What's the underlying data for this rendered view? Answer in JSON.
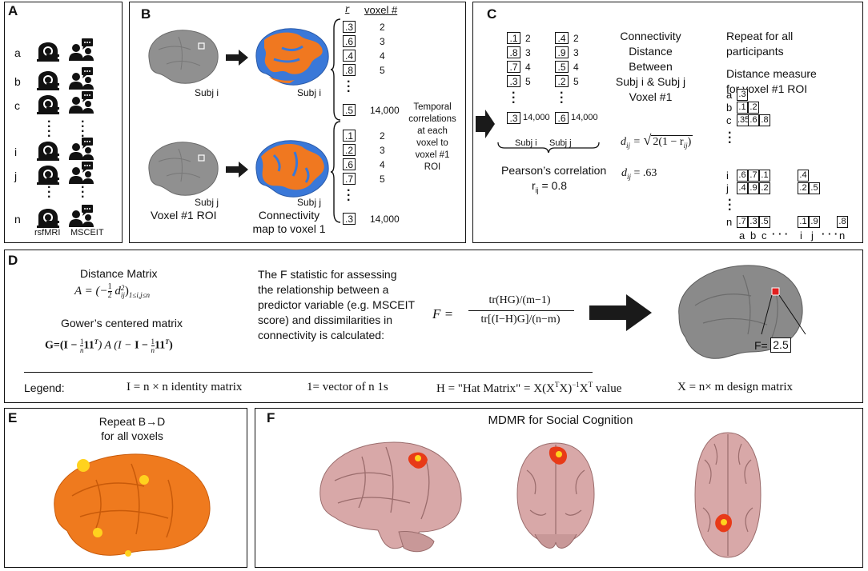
{
  "panels": {
    "a": "A",
    "b": "B",
    "c": "C",
    "d": "D",
    "e": "E",
    "f": "F"
  },
  "panelA": {
    "rows": [
      "a",
      "b",
      "c",
      "i",
      "j",
      "n"
    ],
    "col1": "rsfMRI",
    "col2": "MSCEIT"
  },
  "panelB": {
    "subj_i_1": "Subj i",
    "subj_i_2": "Subj i",
    "subj_j_1": "Subj j",
    "subj_j_2": "Subj j",
    "voxel_roi": "Voxel #1 ROI",
    "conn_map_1": "Connectivity",
    "conn_map_2": "map to voxel 1",
    "col_r": "r",
    "col_voxel": "voxel #",
    "top_r": [
      ".3",
      ".6",
      ".4",
      ".8",
      ".5"
    ],
    "top_v": [
      "2",
      "3",
      "4",
      "5",
      "14,000"
    ],
    "bot_r": [
      ".1",
      ".2",
      ".6",
      ".7",
      ".3"
    ],
    "bot_v": [
      "2",
      "3",
      "4",
      "5",
      "14,000"
    ],
    "temporal": [
      "Temporal",
      "correlations",
      "at each",
      "voxel to",
      "voxel #1",
      "ROI"
    ]
  },
  "panelC": {
    "left_r": [
      ".1",
      ".8",
      ".7",
      ".3",
      ".3"
    ],
    "left_v": [
      "2",
      "3",
      "4",
      "5",
      "14,000"
    ],
    "right_r": [
      ".4",
      ".9",
      ".5",
      ".2",
      ".6"
    ],
    "right_v": [
      "2",
      "3",
      "4",
      "5",
      "14,000"
    ],
    "subj_i": "Subj i",
    "subj_j": "Subj j",
    "pearson": "Pearson’s correlation",
    "rij": "r",
    "rij_sub": "ij",
    "rij_val": " = 0.8",
    "conn_text": [
      "Connectivity",
      "Distance",
      "Between",
      "Subj i & Subj j",
      "Voxel #1"
    ],
    "formula_lhs": "d",
    "formula_sub": "ij",
    "formula_rhs": "2(1 − r",
    "formula_rsub": "ij",
    "dij_val": " = .63",
    "repeat": [
      "Repeat for all",
      "participants"
    ],
    "distance": [
      "Distance measure",
      "for voxel #1 ROI"
    ],
    "matrix_rows": [
      "a",
      "b",
      "c",
      "i",
      "j",
      "n"
    ],
    "matrix_cols": [
      "a",
      "b",
      "c",
      "i",
      "j",
      "n"
    ],
    "m_a": [
      ".3"
    ],
    "m_b": [
      ".1",
      ".2"
    ],
    "m_c": [
      ".35",
      ".6",
      ".8"
    ],
    "m_i": [
      ".6",
      ".7",
      ".1",
      ".4"
    ],
    "m_j": [
      ".4",
      ".9",
      ".2",
      ".2",
      ".5"
    ],
    "m_n": [
      ".7",
      ".3",
      ".5",
      ".1",
      ".9",
      ".8"
    ]
  },
  "panelD": {
    "dist_title": "Distance Matrix",
    "dist_formula": "A = (−",
    "dist_frac_num": "1",
    "dist_frac_den": "2",
    "dist_rest": " d",
    "dist_sub": "ij",
    "dist_sup": "2",
    "dist_range": ")",
    "dist_range_sub": "1≤i,j≤n",
    "gower_title": "Gower’s centered matrix",
    "gower_formula": "G=(I − ",
    "gower_n": "n",
    "gower_mid": "11",
    "gower_T": "T",
    "gower_A": ") A (I − ",
    "gower_end": ")",
    "f_text": [
      "The F statistic for assessing",
      "the relationship between a",
      "predictor variable (e.g. MSCEIT",
      "score) and dissimilarities in",
      "connectivity is calculated:"
    ],
    "F_lhs": "F =",
    "F_num": "tr(HG)/(m−1)",
    "F_den": "tr[(I−H)G]/(n−m)",
    "F_value_label": "F=",
    "F_value": "2.5",
    "legend_label": "Legend:",
    "legend_1": "I = n × n identity matrix",
    "legend_2": "1= vector of n 1s",
    "legend_3": "H = \"Hat Matrix\" = X(X",
    "legend_3_T1": "T",
    "legend_3_b": "X)",
    "legend_3_sup": "−1",
    "legend_3_c": "X",
    "legend_3_T2": "T",
    "legend_3_d": " value",
    "legend_4": "X = n× m design matrix"
  },
  "panelE": {
    "line1": "Repeat B",
    "arrow": "→",
    "line1b": "D",
    "line2": "for all voxels"
  },
  "panelF": {
    "title": "MDMR for Social Cognition"
  },
  "colors": {
    "brain_gray": "#8c8c8c",
    "brain_orange": "#f07820",
    "brain_blue": "#3a78d8",
    "brain_pink": "#d8a8a8",
    "hot_spot": "#e02020",
    "arrow": "#1a1a1a"
  }
}
